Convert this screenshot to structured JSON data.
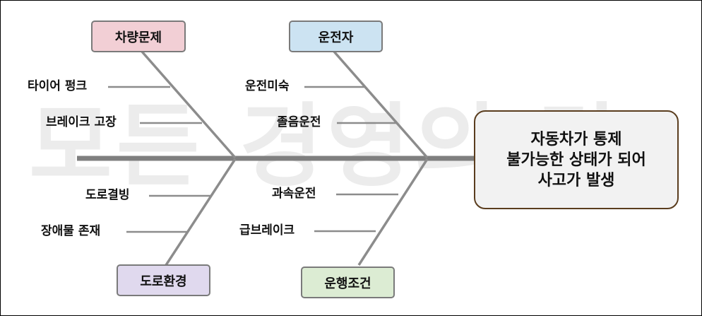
{
  "watermark": "모든 경영의 답",
  "effect": {
    "lines": [
      "자동차가 통제",
      "불가능한 상태가 되어",
      "사고가 발생"
    ]
  },
  "categories": {
    "vehicle": {
      "label": "차량문제",
      "color": "#f2cfd5"
    },
    "driver": {
      "label": "운전자",
      "color": "#cce3f2"
    },
    "road": {
      "label": "도로환경",
      "color": "#e0d9ee"
    },
    "driving": {
      "label": "운행조건",
      "color": "#dcecd3"
    }
  },
  "causes": {
    "vehicle": [
      "타이어 펑크",
      "브레이크 고장"
    ],
    "driver": [
      "운전미숙",
      "졸음운전"
    ],
    "road": [
      "도로결빙",
      "장애물 존재"
    ],
    "driving": [
      "과속운전",
      "급브레이크"
    ]
  },
  "colors": {
    "spine": "#7f7f7f",
    "bone": "#8c8c8c",
    "head_border": "#5a3d1e"
  }
}
